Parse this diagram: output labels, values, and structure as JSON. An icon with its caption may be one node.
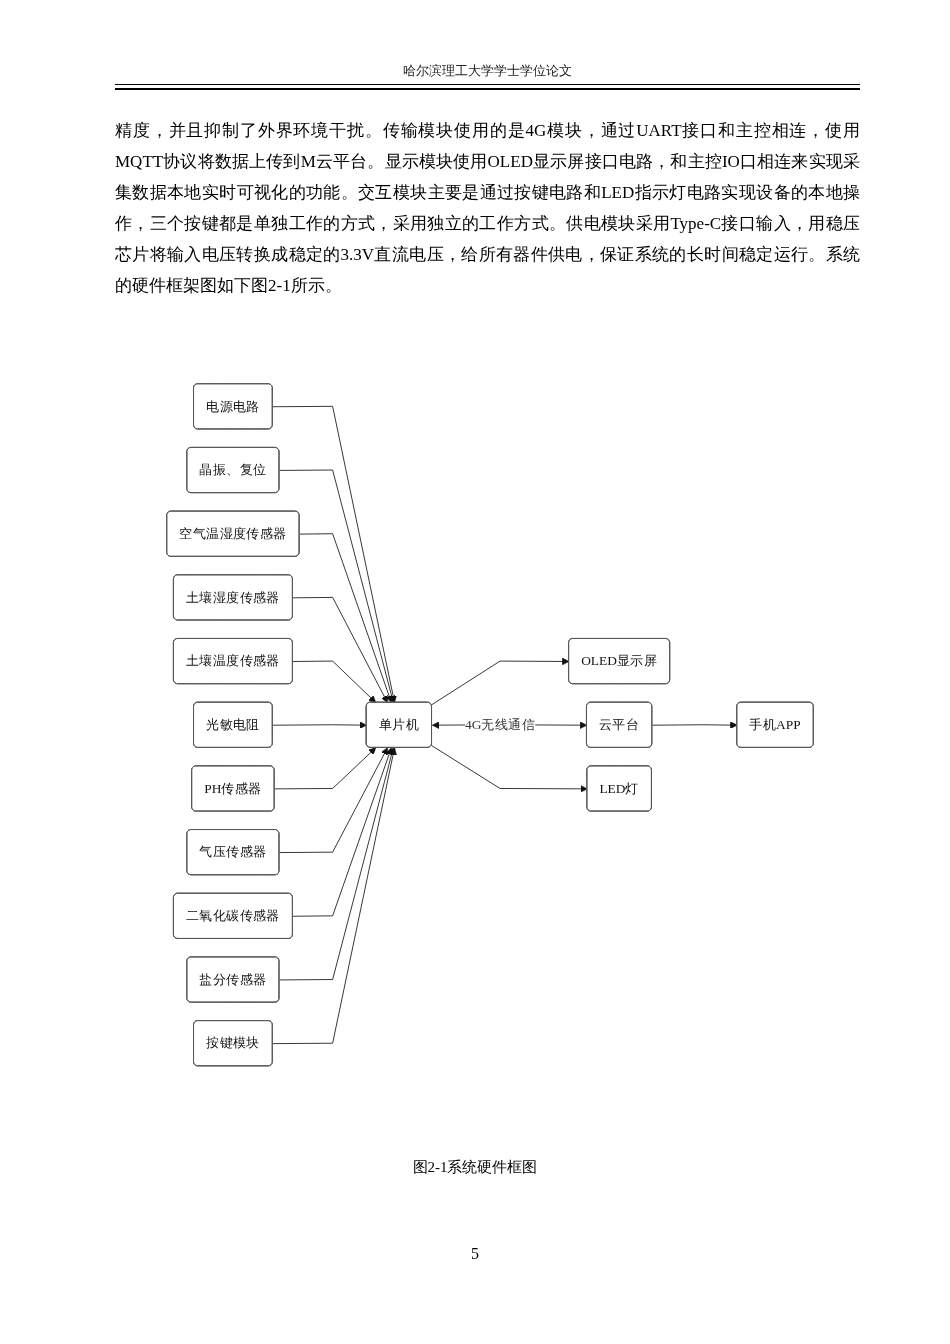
{
  "diagram": {
    "caption": "图2-1系统硬件框图",
    "nodes": [
      {
        "text": [
          "电源电路"
        ]
      },
      {
        "text": [
          "晶振、复位"
        ]
      },
      {
        "text": [
          "空气温湿度传感器"
        ]
      },
      {
        "text": [
          "土壤湿度传感器"
        ]
      },
      {
        "text": [
          "土壤温度传感器"
        ]
      },
      {
        "text": [
          "光敏电阻"
        ]
      },
      {
        "text": [
          "PH传感器"
        ]
      },
      {
        "text": [
          "气压传感器"
        ]
      },
      {
        "text": [
          "二氧化碳传感器"
        ]
      },
      {
        "text": [
          "盐分传感器"
        ]
      },
      {
        "text": [
          "按键模块"
        ]
      },
      {
        "text": [
          "单片机"
        ]
      },
      {
        "text": [
          "OLED显示屏"
        ]
      },
      {
        "text": [
          "云平台"
        ]
      },
      {
        "text": [
          "手机APP"
        ]
      },
      {
        "text": [
          "LED灯"
        ]
      }
    ],
    "edges": [
      {
        "from": 0,
        "to": 11,
        "arrow": "to"
      },
      {
        "from": 1,
        "to": 11,
        "arrow": "to"
      },
      {
        "from": 2,
        "to": 11,
        "arrow": "to"
      },
      {
        "from": 3,
        "to": 11,
        "arrow": "to"
      },
      {
        "from": 4,
        "to": 11,
        "arrow": "to"
      },
      {
        "from": 5,
        "to": 11,
        "arrow": "to"
      },
      {
        "from": 6,
        "to": 11,
        "arrow": "to"
      },
      {
        "from": 7,
        "to": 11,
        "arrow": "to"
      },
      {
        "from": 8,
        "to": 11,
        "arrow": "to"
      },
      {
        "from": 9,
        "to": 11,
        "arrow": "to"
      },
      {
        "from": 10,
        "to": 11,
        "arrow": "to"
      },
      {
        "from": 11,
        "to": 12,
        "arrow": "to"
      },
      {
        "from": 11,
        "to": 13,
        "arrow": "both",
        "label": "4G无线通信"
      },
      {
        "from": 13,
        "to": 14,
        "arrow": "to"
      },
      {
        "from": 11,
        "to": 15,
        "arrow": "to"
      }
    ],
    "labels": [
      "哈尔滨理工大学学士学位论文",
      "精度，并且抑制了外界环境干扰。传输模块使用的是4G模块，通过UART接口和主控相连，使用MQTT协议将数据上传到M云平台。显示模块使用OLED显示屏接口电路，和主控IO口相连来实现采集数据本地实时可视化的功能。交互模块主要是通过按键电路和LED指示灯电路实现设备的本地操作，三个按键都是单独工作的方式，采用独立的工作方式。供电模块采用Type-C接口输入，用稳压芯片将输入电压转换成稳定的3.3V直流电压，给所有器件供电，保证系统的长时间稳定运行。系统的硬件框架图如下图2-1所示。",
      "5"
    ]
  }
}
